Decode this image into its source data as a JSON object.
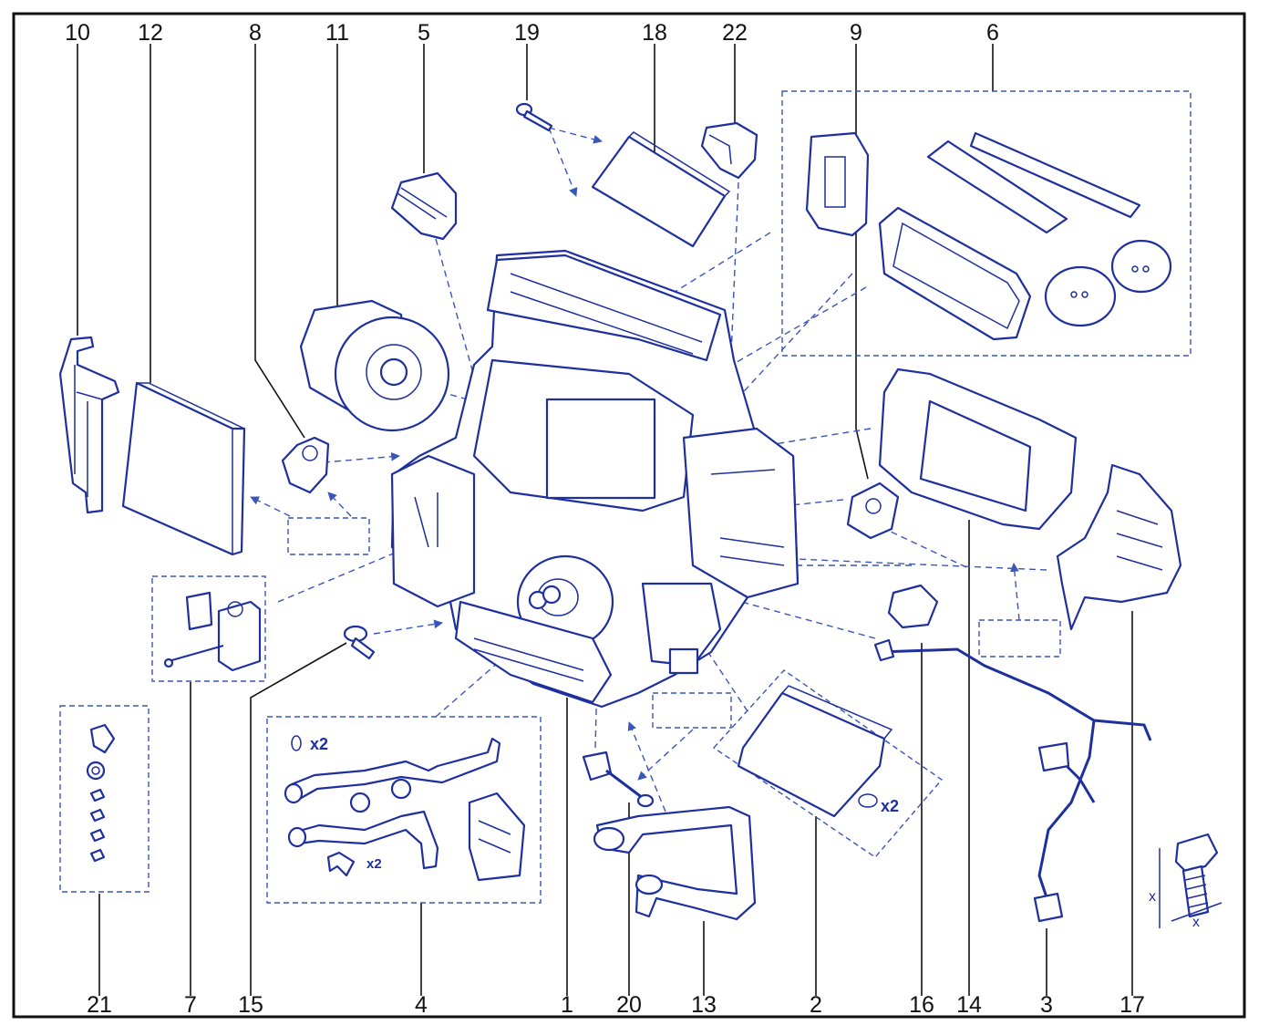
{
  "callouts_top": [
    "10",
    "12",
    "8",
    "11",
    "5",
    "19",
    "18",
    "22",
    "9",
    "6"
  ],
  "callouts_bottom": [
    "21",
    "7",
    "15",
    "4",
    "1",
    "20",
    "13",
    "2",
    "16",
    "14",
    "3",
    "17"
  ],
  "notes": {
    "o_rings_x2": "x2",
    "clips_x2": "x2",
    "evaporator_seals_x2": "x2",
    "dimension_x": "x"
  },
  "colors": {
    "line": "#1e2f9e",
    "dashed": "#3a56b8",
    "frame": "#111111"
  }
}
